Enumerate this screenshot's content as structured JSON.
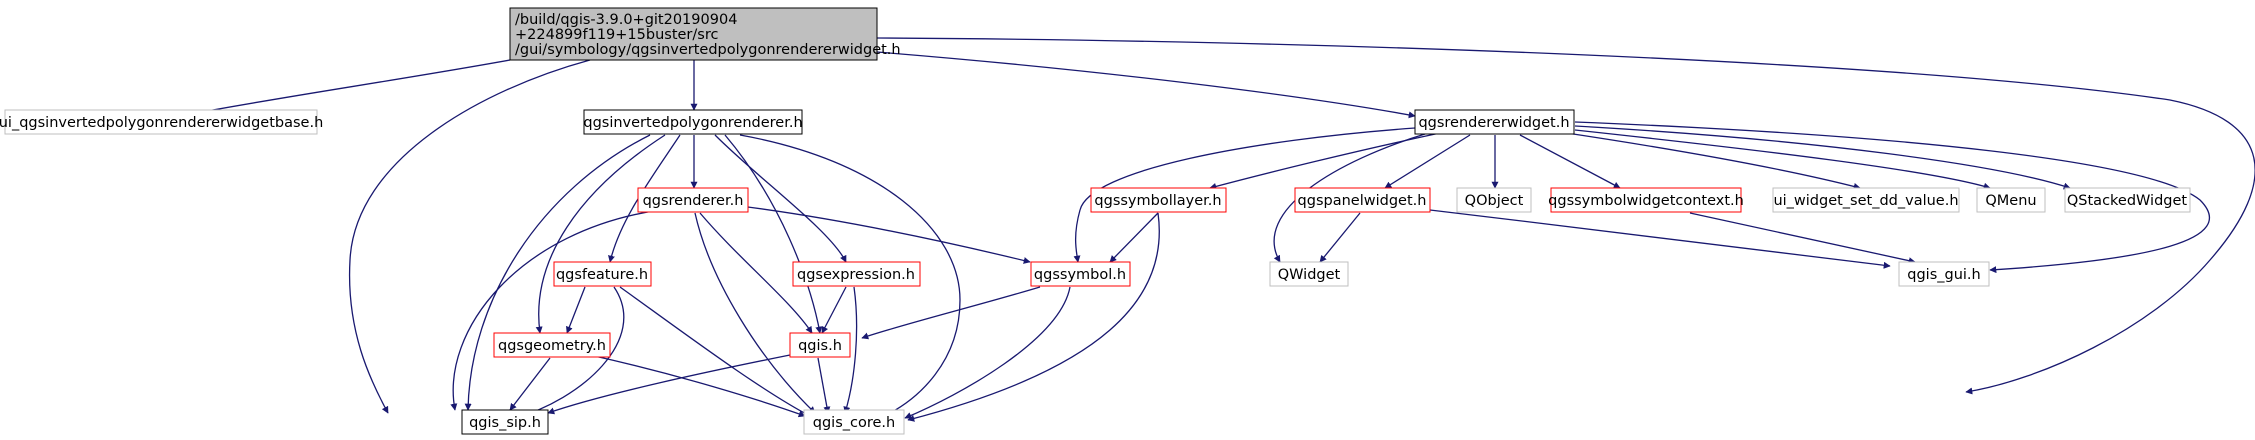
{
  "graph": {
    "root": {
      "label_lines": [
        "/build/qgis-3.9.0+git20190904",
        "+224899f119+15buster/src",
        "/gui/symbology/qgsinvertedpolygonrendererwidget.h"
      ]
    },
    "nodes": {
      "ui_base": "ui_qgsinvertedpolygonrendererwidgetbase.h",
      "inv_renderer": "qgsinvertedpolygonrenderer.h",
      "renderer_widget": "qgsrendererwidget.h",
      "qgsrenderer": "qgsrenderer.h",
      "qgsfeature": "qgsfeature.h",
      "qgsexpression": "qgsexpression.h",
      "qgssymbol": "qgssymbol.h",
      "qgssymbollayer": "qgssymbollayer.h",
      "qgspanelwidget": "qgspanelwidget.h",
      "qobject": "QObject",
      "qgssymbolwidgetcontext": "qgssymbolwidgetcontext.h",
      "ui_widget_set_dd_value": "ui_widget_set_dd_value.h",
      "qmenu": "QMenu",
      "qstackedwidget": "QStackedWidget",
      "qwidget": "QWidget",
      "qgis_gui": "qgis_gui.h",
      "qgsgeometry": "qgsgeometry.h",
      "qgis": "qgis.h",
      "qgis_sip": "qgis_sip.h",
      "qgis_core": "qgis_core.h"
    },
    "colors": {
      "root_fill": "#bfbfbf",
      "edge": "#191970",
      "border_documented": "#000000",
      "border_truncated": "#ff0000",
      "border_external": "#bfbfbf"
    }
  }
}
